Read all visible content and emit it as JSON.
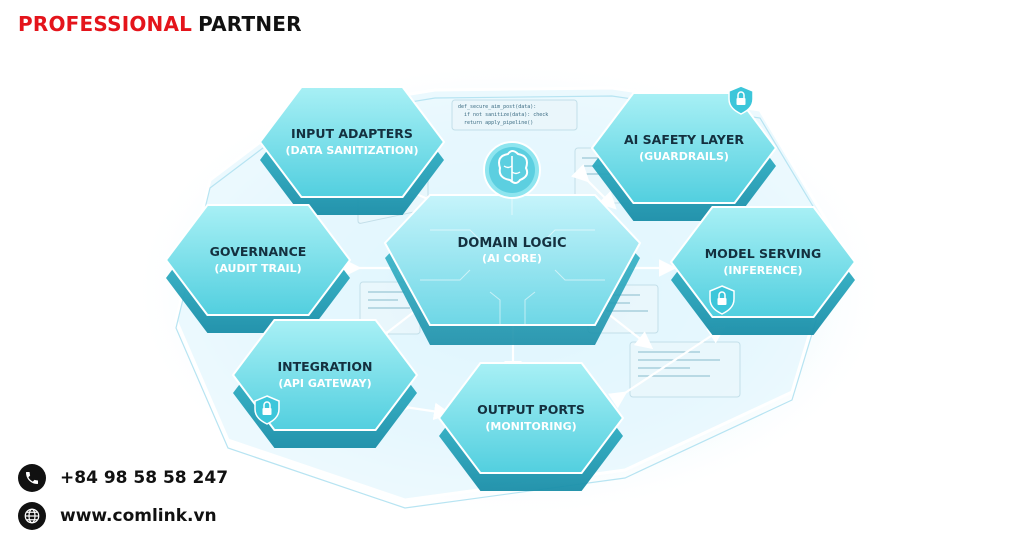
{
  "header": {
    "brand_word1": "PROFESSIONAL",
    "brand_word2": "PARTNER"
  },
  "core": {
    "title": "DOMAIN LOGIC",
    "subtitle": "(AI CORE)",
    "icon": "brain-icon"
  },
  "nodes": [
    {
      "id": "input-adapters",
      "title": "INPUT ADAPTERS",
      "subtitle": "(DATA SANITIZATION)"
    },
    {
      "id": "ai-safety-layer",
      "title": "AI SAFETY LAYER",
      "subtitle": "(GUARDRAILS)",
      "icon": "shield-lock-icon"
    },
    {
      "id": "governance",
      "title": "GOVERNANCE",
      "subtitle": "(AUDIT TRAIL)"
    },
    {
      "id": "model-serving",
      "title": "MODEL SERVING",
      "subtitle": "(INFERENCE)",
      "icon": "shield-lock-icon"
    },
    {
      "id": "integration",
      "title": "INTEGRATION",
      "subtitle": "(API GATEWAY)",
      "icon": "shield-lock-icon"
    },
    {
      "id": "output-ports",
      "title": "OUTPUT PORTS",
      "subtitle": "(MONITORING)"
    }
  ],
  "contact": {
    "phone": "+84 98 58 58 247",
    "website": "www.comlink.vn",
    "phone_icon": "phone-icon",
    "web_icon": "globe-icon"
  },
  "colors": {
    "brand_red": "#e4141b",
    "text_dark": "#111111",
    "hex_top": "#7fe3ec",
    "hex_side": "#2bb6c9",
    "platform": "#dff3fb"
  }
}
